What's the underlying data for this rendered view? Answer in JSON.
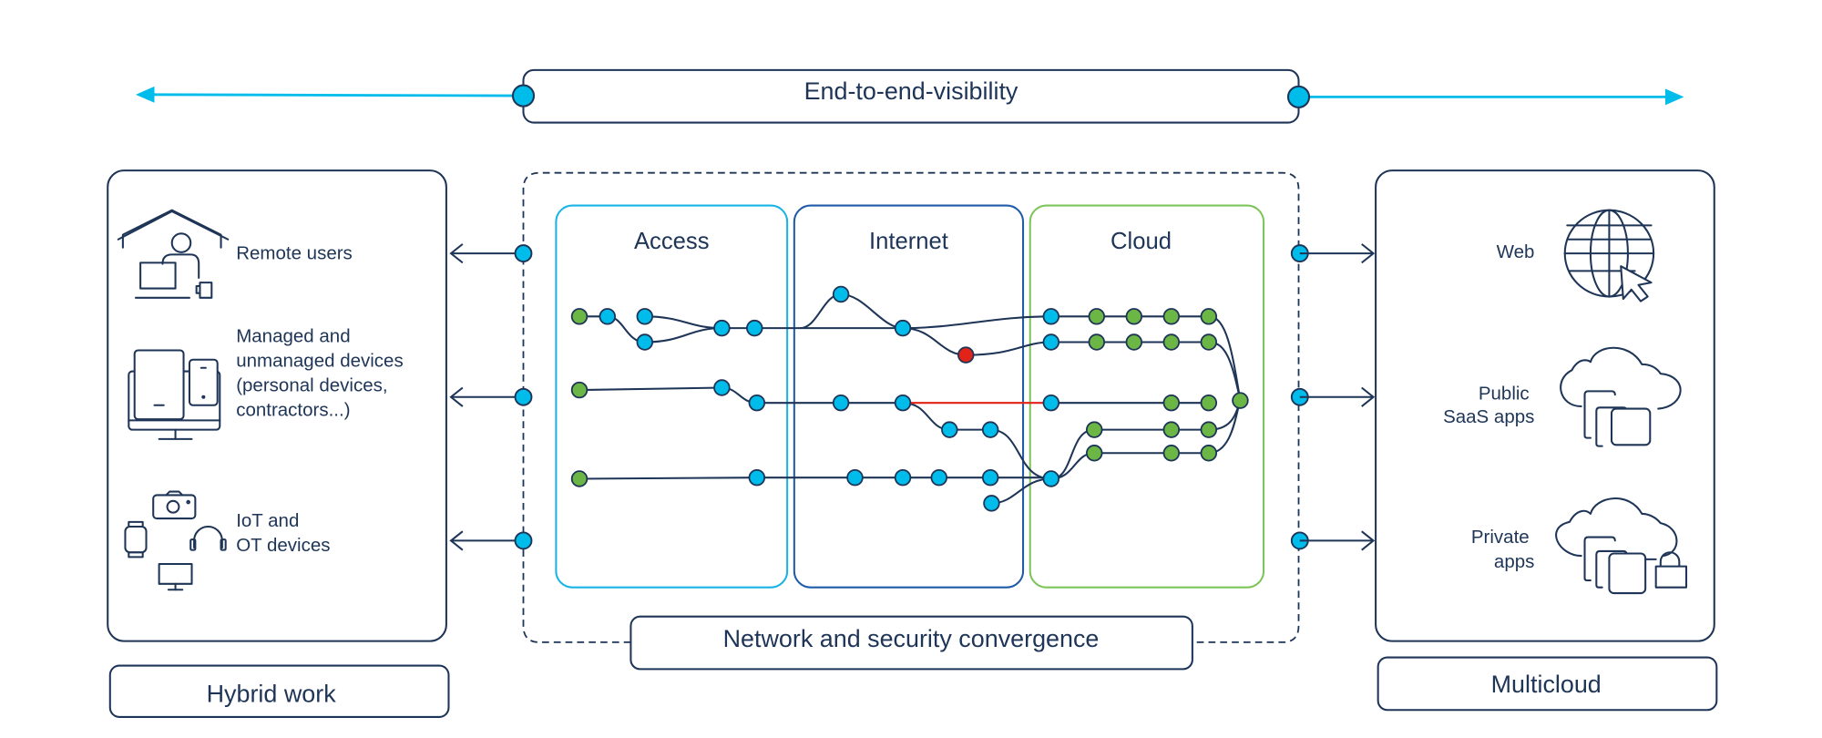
{
  "colors": {
    "navy": "#1e3557",
    "cyan": "#00bceb",
    "green": "#6cb646",
    "red": "#e2231a",
    "access_border": "#19b4e5",
    "internet_border": "#1f5ba8",
    "cloud_border": "#7dc55a"
  },
  "top_banner": {
    "label": "End-to-end-visibility"
  },
  "hybrid_work": {
    "title": "Hybrid work",
    "items": [
      {
        "icon": "remote-user-icon",
        "label_lines": [
          "Remote users"
        ]
      },
      {
        "icon": "devices-icon",
        "label_lines": [
          "Managed and",
          "unmanaged devices",
          "(personal devices,",
          "contractors...)"
        ]
      },
      {
        "icon": "iot-devices-icon",
        "label_lines": [
          "IoT and",
          "OT devices"
        ]
      }
    ]
  },
  "convergence": {
    "title": "Network and security convergence",
    "zones": [
      {
        "label": "Access"
      },
      {
        "label": "Internet"
      },
      {
        "label": "Cloud"
      }
    ]
  },
  "multicloud": {
    "title": "Multicloud",
    "items": [
      {
        "icon": "globe-cursor-icon",
        "label_lines": [
          "Web"
        ]
      },
      {
        "icon": "cloud-apps-icon",
        "label_lines": [
          "Public",
          "SaaS apps"
        ]
      },
      {
        "icon": "cloud-private-apps-icon",
        "label_lines": [
          "Private",
          "apps"
        ]
      }
    ]
  },
  "node_legend": {
    "endpoint": "green",
    "network": "cyan",
    "threat": "red"
  }
}
